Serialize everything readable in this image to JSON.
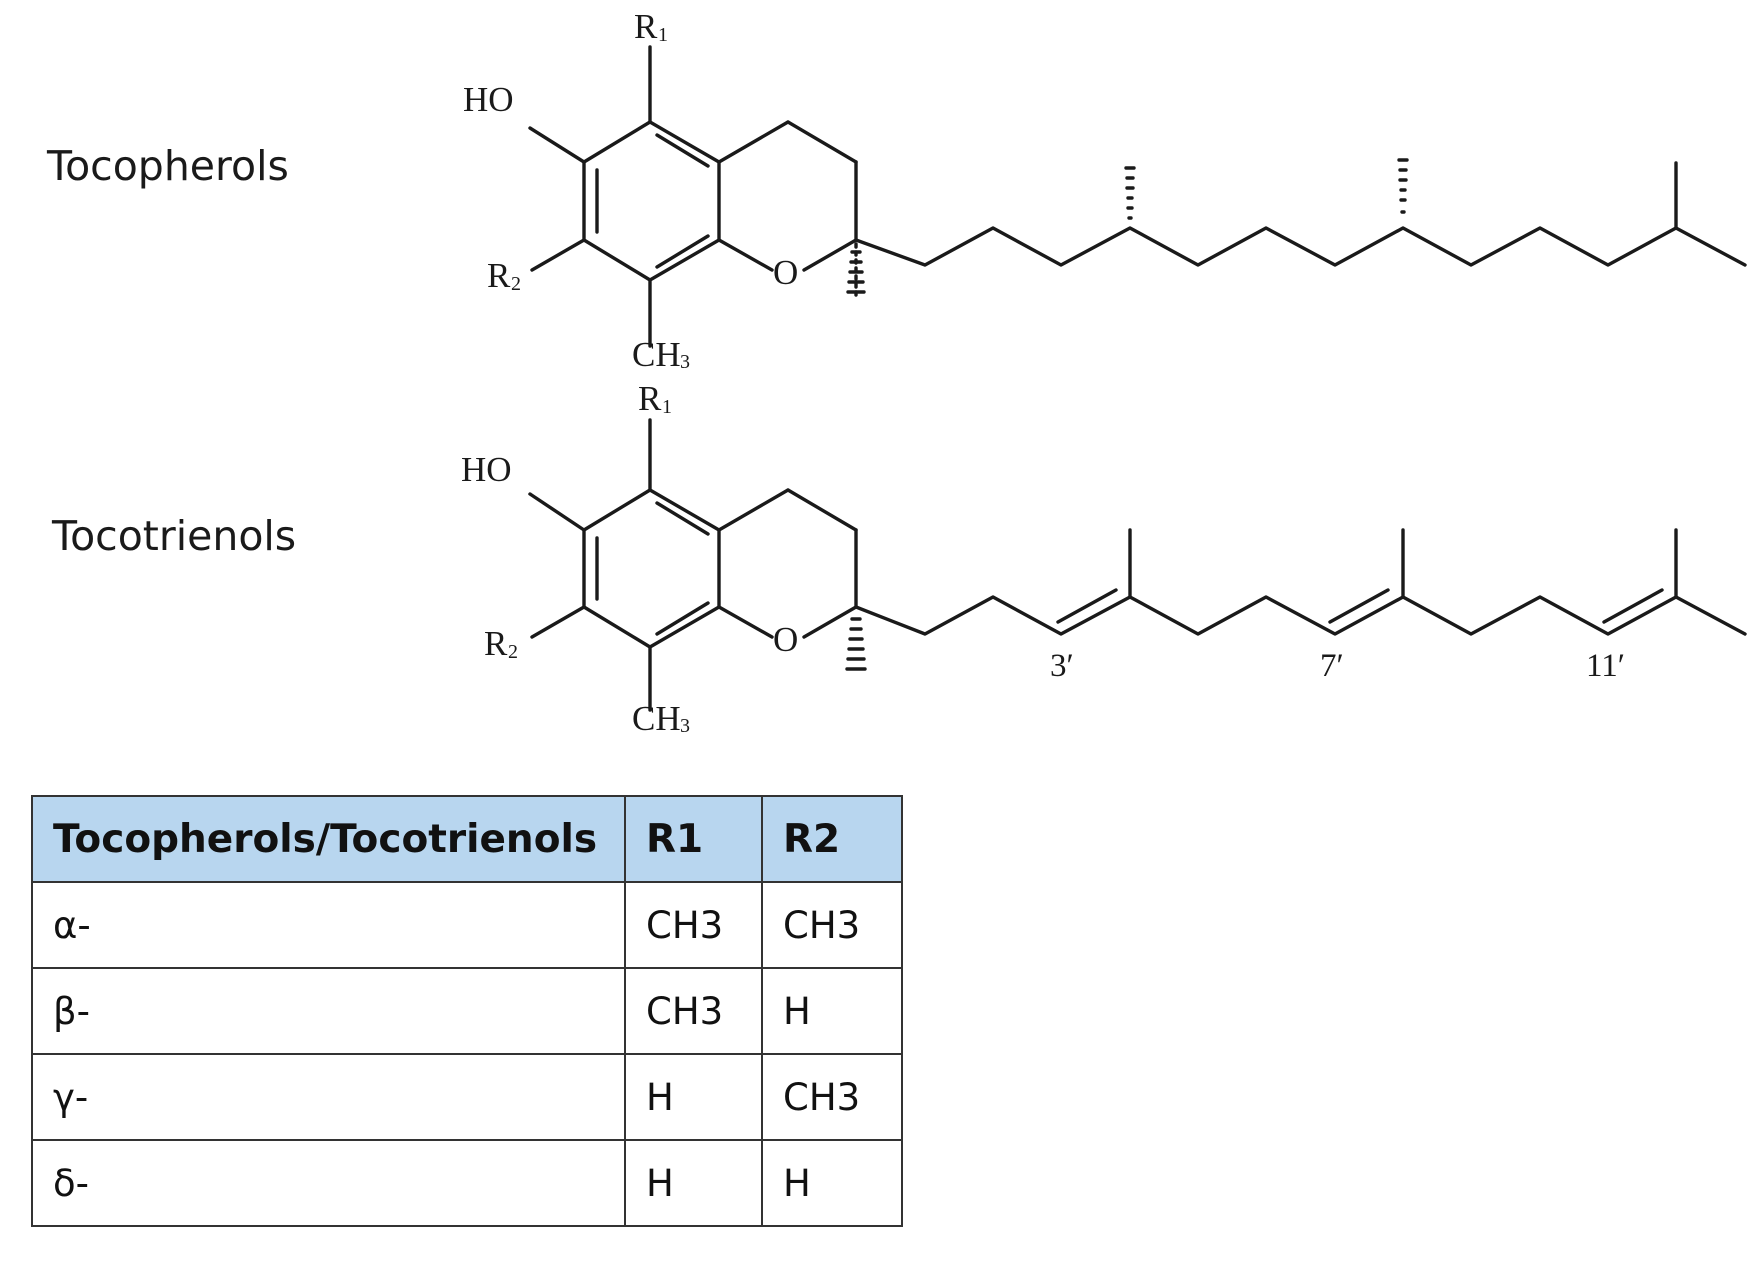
{
  "labels": {
    "tocopherols": "Tocopherols",
    "tocotrienols": "Tocotrienols"
  },
  "atoms": {
    "hydroxyl": "HO",
    "ring_oxygen": "O",
    "r1": "R",
    "r1_sub": "1",
    "r2": "R",
    "r2_sub": "2",
    "methyl": "CH",
    "methyl_sub": "3"
  },
  "positions": [
    "3′",
    "7′",
    "11′"
  ],
  "table": {
    "headers": [
      "Tocopherols/Tocotrienols",
      "R1",
      "R2"
    ],
    "rows": [
      [
        "α-",
        "CH3",
        "CH3"
      ],
      [
        "β-",
        "CH3",
        "H"
      ],
      [
        "γ-",
        "H",
        "CH3"
      ],
      [
        "δ-",
        "H",
        "H"
      ]
    ]
  }
}
